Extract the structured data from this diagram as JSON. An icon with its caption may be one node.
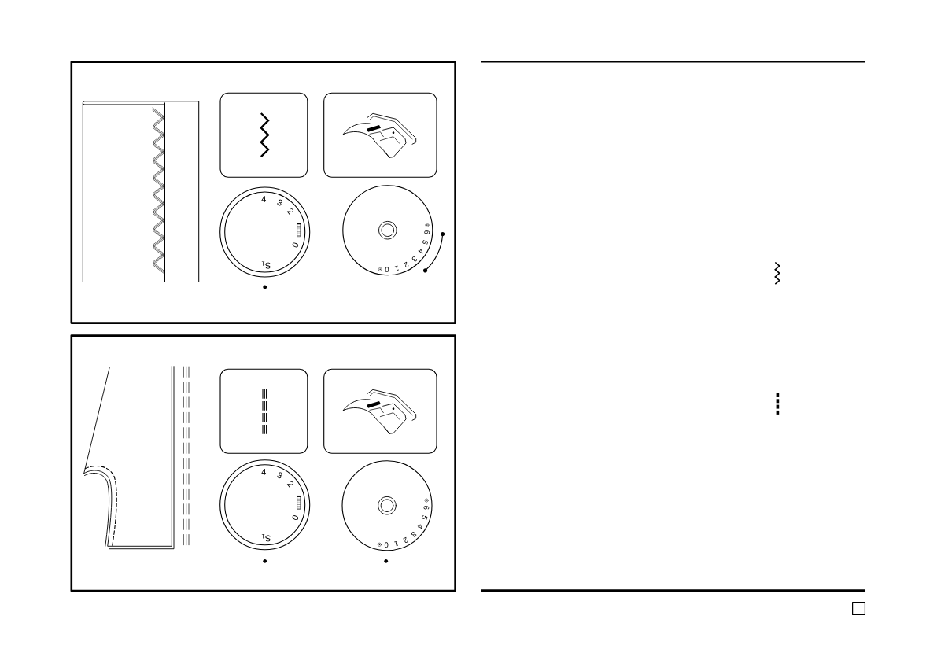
{
  "diagram": {
    "nodes": [
      {
        "text": [
          "4",
          "3",
          "2",
          "0",
          "S$_{1}$"
        ]
      },
      {
        "text": [
          "0",
          "1",
          "2",
          "3",
          "4",
          "5",
          "6"
        ]
      },
      {
        "text": [
          "4",
          "3",
          "2",
          "0",
          "S$_{1}$"
        ]
      },
      {
        "text": [
          "0",
          "1",
          "2",
          "3",
          "4",
          "5",
          "6"
        ]
      }
    ]
  }
}
